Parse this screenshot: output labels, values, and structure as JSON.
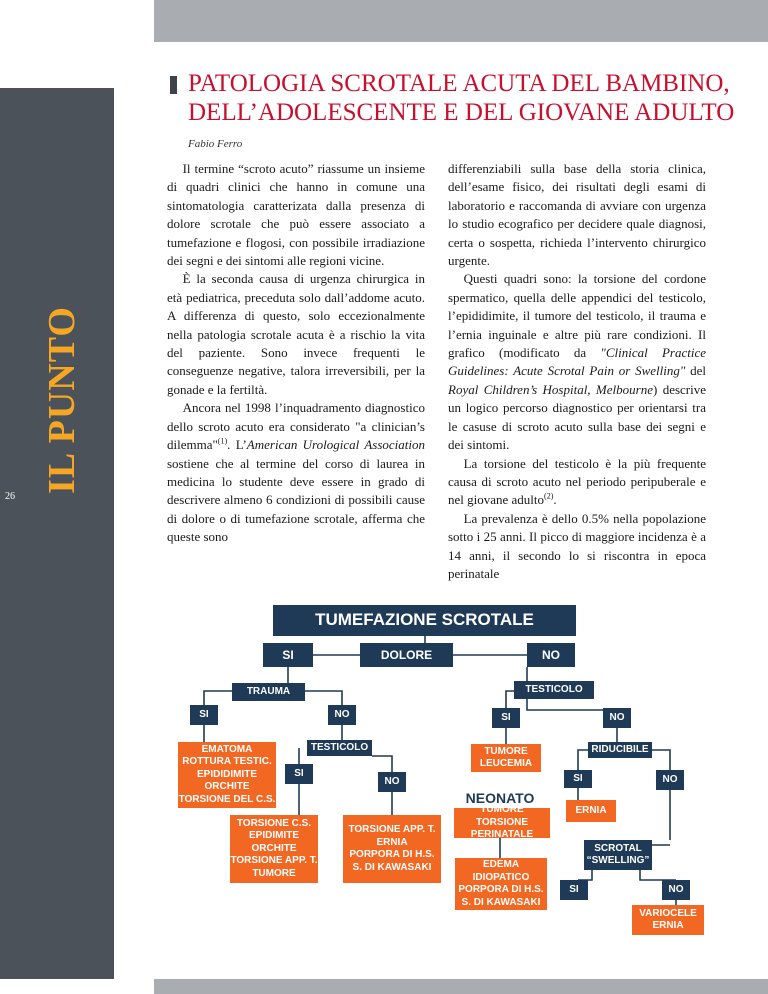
{
  "header": {
    "vertical_label": "IL PUNTO",
    "page_number": "26"
  },
  "article": {
    "title_line1": "PATOLOGIA SCROTALE ACUTA DEL BAMBINO,",
    "title_line2": "DELL’ADOLESCENTE E DEL GIOVANE ADULTO",
    "author": "Fabio Ferro"
  },
  "flowchart": {
    "root": "TUMEFAZIONE SCROTALE",
    "dolore": "DOLORE",
    "si": "SI",
    "no": "NO",
    "trauma": "TRAUMA",
    "testicolo": "TESTICOLO",
    "riducibile": "RIDUCIBILE",
    "scrotal_swelling_1": "SCROTAL",
    "scrotal_swelling_2": "“SWELLING”",
    "neonato": "NEONATO",
    "box_ematoma": [
      "EMATOMA",
      "ROTTURA TESTIC.",
      "EPIDIDIMITE",
      "ORCHITE",
      "TORSIONE DEL C.S."
    ],
    "box_torsione_cs": [
      "TORSIONE C.S.",
      "EPIDIMITE",
      "ORCHITE",
      "TORSIONE APP. T.",
      "TUMORE"
    ],
    "box_torsione_app": [
      "TORSIONE APP. T.",
      "ERNIA",
      "PORPORA DI H.S.",
      "S. DI KAWASAKI"
    ],
    "box_tumore_leucemia": [
      "TUMORE",
      "LEUCEMIA"
    ],
    "box_neonato_tumore": [
      "TUMORE",
      "TORSIONE PERINATALE"
    ],
    "box_edema": [
      "EDEMA IDIOPATICO",
      "PORPORA DI H.S.",
      "S. DI KAWASAKI"
    ],
    "box_ernia": "ERNIA",
    "box_variocele": [
      "VARIOCELE",
      "ERNIA"
    ]
  },
  "colors": {
    "title_red": "#c8102e",
    "label_orange": "#f5a623",
    "navy": "#1e3a57",
    "box_orange": "#f26722",
    "sidebar_gray": "#4b5259"
  }
}
